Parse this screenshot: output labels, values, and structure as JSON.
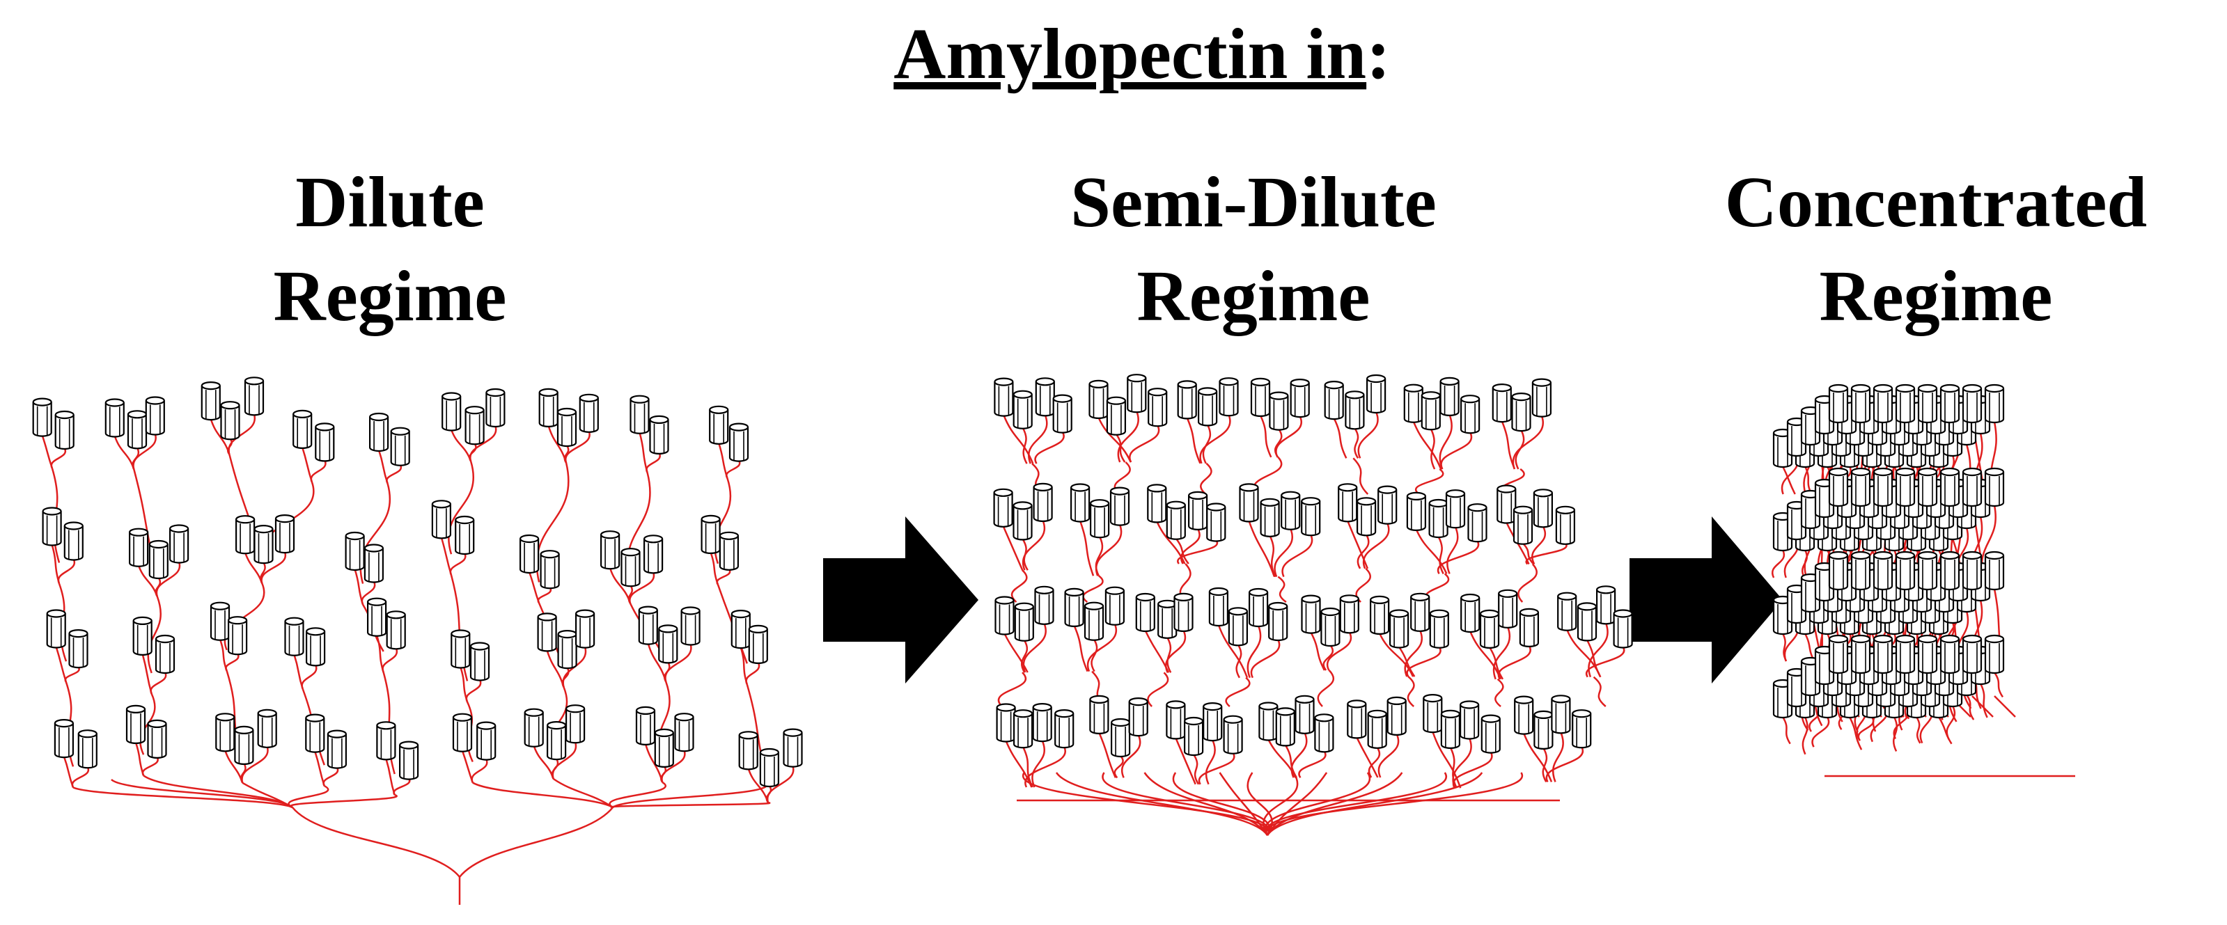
{
  "figure": {
    "title_main": "Amylopectin in",
    "title_suffix": ":",
    "panels": [
      {
        "line1": "Dilute",
        "line2": "Regime"
      },
      {
        "line1": "Semi-Dilute",
        "line2": "Regime"
      },
      {
        "line1": "Concentrated",
        "line2": "Regime"
      }
    ],
    "colors": {
      "chain": "#e01e1e",
      "outline": "#000000",
      "arrow": "#000000",
      "background": "#ffffff"
    },
    "icons": {
      "helix_unit": "cylinder-helix-icon",
      "transition": "right-arrow-icon"
    }
  }
}
